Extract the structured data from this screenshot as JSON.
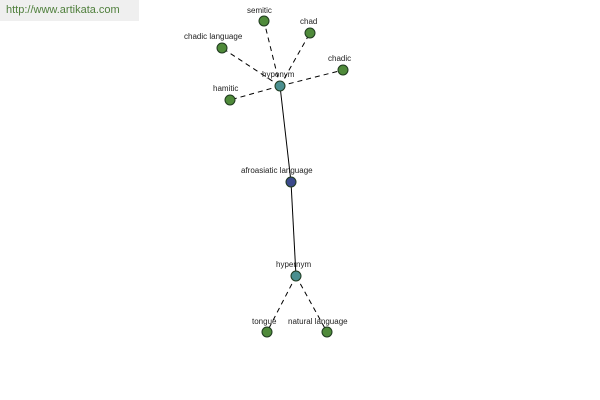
{
  "watermark": {
    "text": "http://www.artikata.com"
  },
  "graph": {
    "center": {
      "label": "afroasiatic language"
    },
    "hyponym_hub": {
      "label": "hyponym"
    },
    "hypernym_hub": {
      "label": "hypernym"
    },
    "hyponyms": [
      {
        "label": "semitic"
      },
      {
        "label": "chad"
      },
      {
        "label": "chadic language"
      },
      {
        "label": "chadic"
      },
      {
        "label": "hamitic"
      }
    ],
    "hypernyms": [
      {
        "label": "tongue"
      },
      {
        "label": "natural language"
      }
    ]
  },
  "colors": {
    "center_node": "#3b4a8c",
    "hub_node": "#4a8f8f",
    "leaf_node": "#4f8a3a",
    "watermark_text": "#4f7f3c",
    "watermark_bg": "#efefef"
  }
}
